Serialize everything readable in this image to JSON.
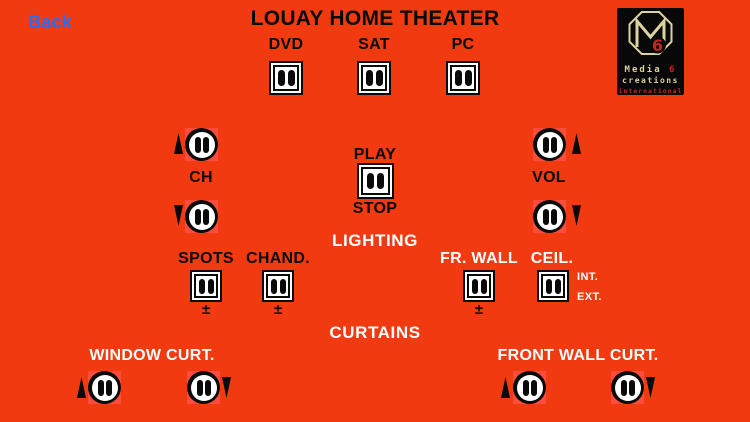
{
  "colors": {
    "background": "#F23A10",
    "button_pad": "#FF4C3C",
    "back_blue": "#2D6BF3",
    "text_black": "#0A0A0A",
    "text_white": "#FFFFFF",
    "logo_cream": "#DCD29F",
    "logo_red": "#C3281E"
  },
  "header": {
    "back_label": "Back",
    "title": "LOUAY HOME THEATER",
    "logo": {
      "word1": "Media",
      "digit": "6",
      "word2": "creations",
      "word3": "international"
    }
  },
  "sources": {
    "items": [
      {
        "label": "DVD"
      },
      {
        "label": "SAT"
      },
      {
        "label": "PC"
      }
    ]
  },
  "transport": {
    "ch_label": "CH",
    "vol_label": "VOL",
    "play_label": "PLAY",
    "stop_label": "STOP"
  },
  "lighting": {
    "heading": "LIGHTING",
    "items": [
      {
        "label": "SPOTS",
        "dim_symbol": "±"
      },
      {
        "label": "CHAND.",
        "dim_symbol": "±"
      },
      {
        "label": "FR. WALL",
        "dim_symbol": "±"
      },
      {
        "label": "CEIL."
      }
    ],
    "int_label": "INT.",
    "ext_label": "EXT."
  },
  "curtains": {
    "heading": "CURTAINS",
    "window_label": "WINDOW CURT.",
    "front_label": "FRONT WALL CURT."
  },
  "icons": {
    "rocker_square": "pause-style rocker switch",
    "rocker_round": "round rocker switch",
    "arrow_up": "black triangle up",
    "arrow_down": "black triangle down"
  }
}
